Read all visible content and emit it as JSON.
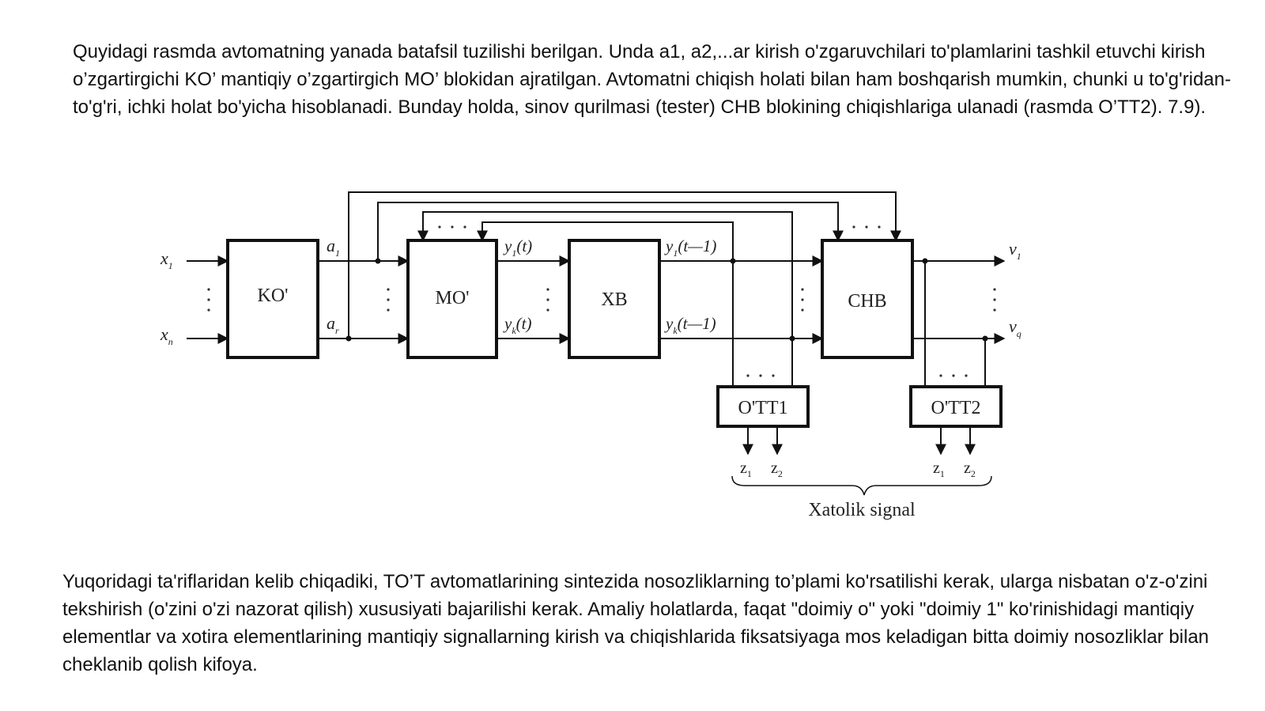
{
  "document": {
    "intro_paragraph": "Quyidagi rasmda avtomatning yanada batafsil tuzilishi berilgan. Unda a1, a2,...ar kirish o'zgaruvchilari to'plamlarini tashkil etuvchi kirish o’zgartirgichi KO’  mantiqiy o’zgartirgich MO’ blokidan ajratilgan. Avtomatni chiqish holati bilan ham boshqarish mumkin, chunki u to'g'ridan-to'g'ri, ichki holat bo'yicha hisoblanadi. Bunday holda, sinov qurilmasi (tester) CHB blokining chiqishlariga ulanadi (rasmda O’TT2). 7.9).",
    "conclusion_paragraph": "Yuqoridagi ta'riflaridan kelib chiqadiki, TO’T avtomatlarining sintezida nosozliklarning to’plami ko'rsatilishi kerak, ularga nisbatan o'z-o'zini tekshirish (o'zini o'zi nazorat qilish) xususiyati bajarilishi kerak. Amaliy holatlarda, faqat \"doimiy o\" yoki \"doimiy 1\" ko'rinishidagi mantiqiy elementlar va xotira elementlarining mantiqiy signallarning kirish va chiqishlarida fiksatsiyaga mos keladigan bitta doimiy nosozliklar bilan cheklanib qolish kifoya."
  },
  "diagram": {
    "blocks": {
      "ko": "KO'",
      "mo": "MO'",
      "xb": "XB",
      "chb": "CHB",
      "ott1": "O'TT1",
      "ott2": "O'TT2"
    },
    "inputs": {
      "x_first": "x",
      "x_first_sub": "1",
      "x_last": "x",
      "x_last_sub": "n"
    },
    "ko_outputs": {
      "a_first": "a",
      "a_first_sub": "1",
      "a_last": "a",
      "a_last_sub": "r"
    },
    "mo_outputs": {
      "y_first": "y",
      "y_first_sub": "1",
      "y_first_arg": "(t)",
      "y_last": "y",
      "y_last_sub": "k",
      "y_last_arg": "(t)"
    },
    "xb_outputs": {
      "y_first": "y",
      "y_first_sub": "1",
      "y_first_arg": "(t—1)",
      "y_last": "y",
      "y_last_sub": "k",
      "y_last_arg": "(t—1)"
    },
    "chb_outputs": {
      "v_first": "v",
      "v_first_sub": "1",
      "v_last": "v",
      "v_last_sub": "q"
    },
    "tester_outputs": {
      "z1": "z",
      "z1_sub": "1",
      "z2": "z",
      "z2_sub": "2"
    },
    "error_signal_label": "Xatolik signal"
  }
}
